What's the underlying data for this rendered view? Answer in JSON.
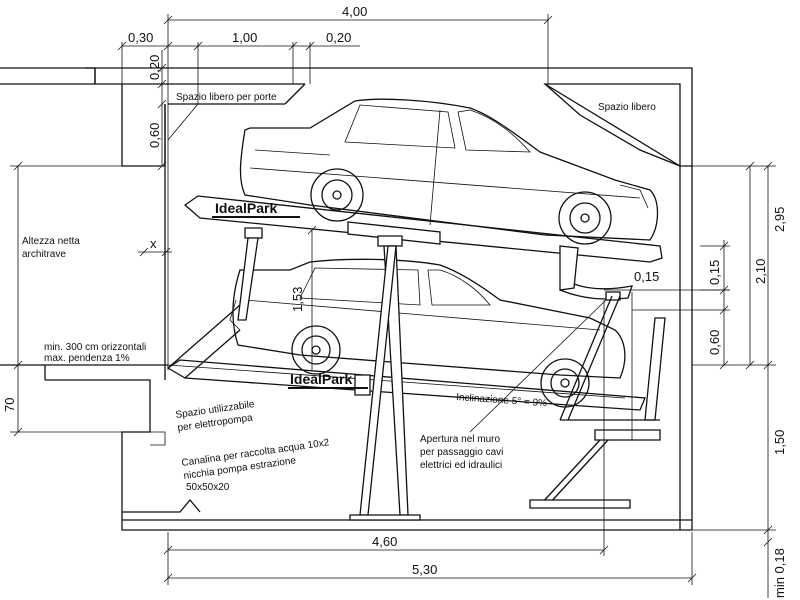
{
  "dimensions": {
    "total_width": "4,00",
    "d_030": "0,30",
    "d_100": "1,00",
    "d_020": "0,20",
    "left_020": "0,20",
    "left_060": "0,60",
    "left_153": "1,53",
    "left_70": "70",
    "right_295": "2,95",
    "right_210": "2,10",
    "right_015": "0,15",
    "right_060": "0,60",
    "right_150": "1,50",
    "right_min018": "min 0,18",
    "note_015": "0,15",
    "bottom_460": "4,60",
    "bottom_530": "5,30",
    "x": "x"
  },
  "labels": {
    "spazio_porte": "Spazio libero per porte",
    "spazio_libero": "Spazio libero",
    "altezza_1": "Altezza netta",
    "altezza_2": "architrave",
    "min300_1": "min. 300 cm orizzontali",
    "min300_2": "max. pendenza 1%",
    "elettro_1": "Spazio utilizzabile",
    "elettro_2": "per elettropompa",
    "canalina_1": "Canalina per raccolta acqua 10x2",
    "canalina_2": "nicchia pompa estrazione",
    "canalina_3": "50x50x20",
    "apertura_1": "Apertura nel muro",
    "apertura_2": "per passaggio cavi",
    "apertura_3": "elettrici ed idraulici",
    "inclinazione": "Inclinazione 5° = 9%"
  },
  "brand": {
    "top": "IdealPark",
    "bottom": "IdealPark"
  }
}
